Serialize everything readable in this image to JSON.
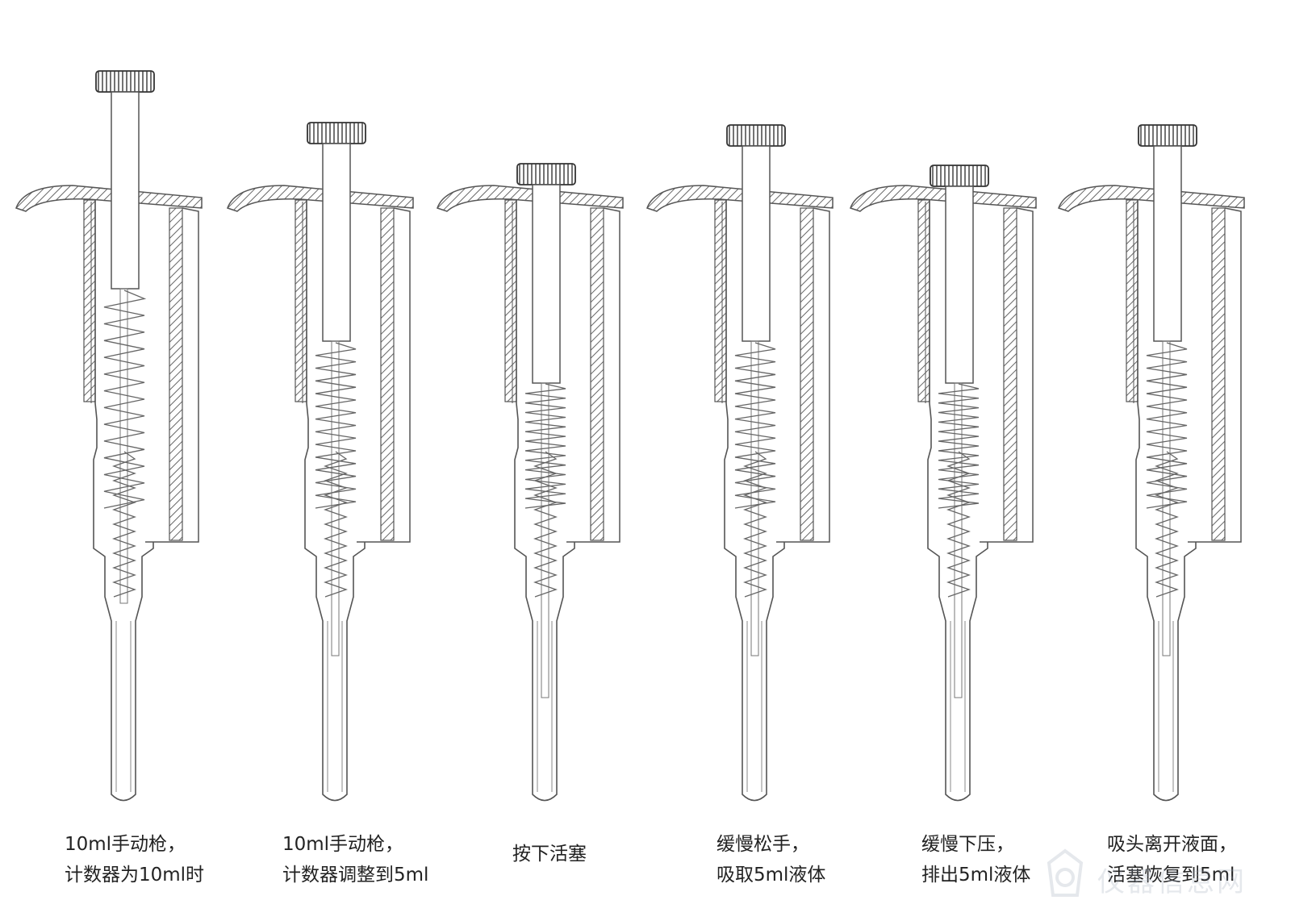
{
  "pipettes": [
    {
      "caption": [
        "10ml手动枪，",
        "计数器为10ml时"
      ]
    },
    {
      "caption": [
        "10ml手动枪，",
        "计数器调整到5ml"
      ]
    },
    {
      "caption": [
        "按下活塞"
      ]
    },
    {
      "caption": [
        "缓慢松手，",
        "吸取5ml液体"
      ]
    },
    {
      "caption": [
        "缓慢下压，",
        "排出5ml液体"
      ]
    },
    {
      "caption": [
        "吸头离开液面，",
        "活塞恢复到5ml"
      ]
    }
  ],
  "watermark": {
    "text": "仪器信息网"
  },
  "colors": {
    "line": "#555555",
    "hatch": "#777777",
    "background": "#ffffff"
  }
}
